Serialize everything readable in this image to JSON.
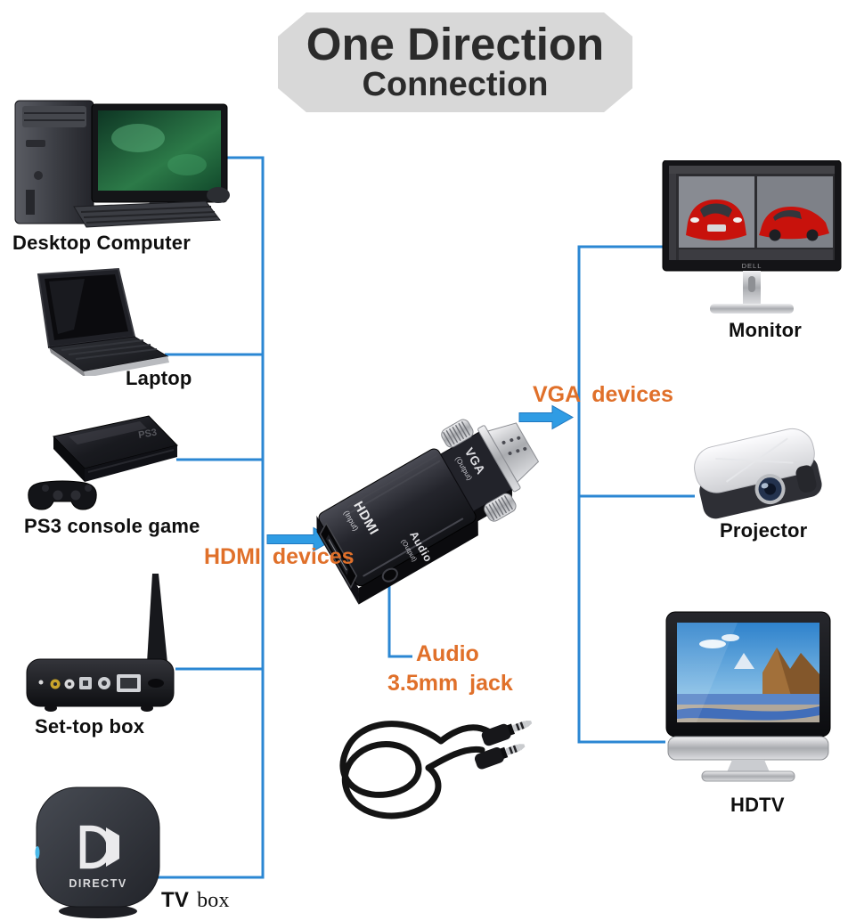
{
  "title": {
    "line1": "One Direction",
    "line2": "Connection"
  },
  "source_devices": {
    "desktop": {
      "label": "Desktop Computer"
    },
    "laptop": {
      "label": "Laptop"
    },
    "ps3": {
      "label": "PS3 console game",
      "logo": "PS3"
    },
    "settop": {
      "label": "Set-top box"
    },
    "tvbox": {
      "label_bold": "TV",
      "label_rest": "box",
      "brand": "DIRECTV"
    }
  },
  "output_devices": {
    "monitor": {
      "label": "Monitor",
      "brand": "DELL"
    },
    "projector": {
      "label": "Projector"
    },
    "hdtv": {
      "label": "HDTV"
    }
  },
  "connection_labels": {
    "hdmi": "HDMI devices",
    "vga": "VGA devices",
    "audio_line1": "Audio",
    "audio_line2": "3.5mm jack"
  },
  "adapter_labels": {
    "vga_port": "VGA",
    "vga_dir": "(Output)",
    "hdmi_port": "HDMI",
    "hdmi_dir": "(Input)",
    "audio_port": "Audio",
    "audio_dir": "(Output)"
  },
  "colors": {
    "line_blue": "#2b87d3",
    "arrow_blue": "#2f9ce4",
    "label_orange": "#e0702a",
    "title_bg": "#d8d8d8",
    "title_text": "#2b2b2b"
  }
}
